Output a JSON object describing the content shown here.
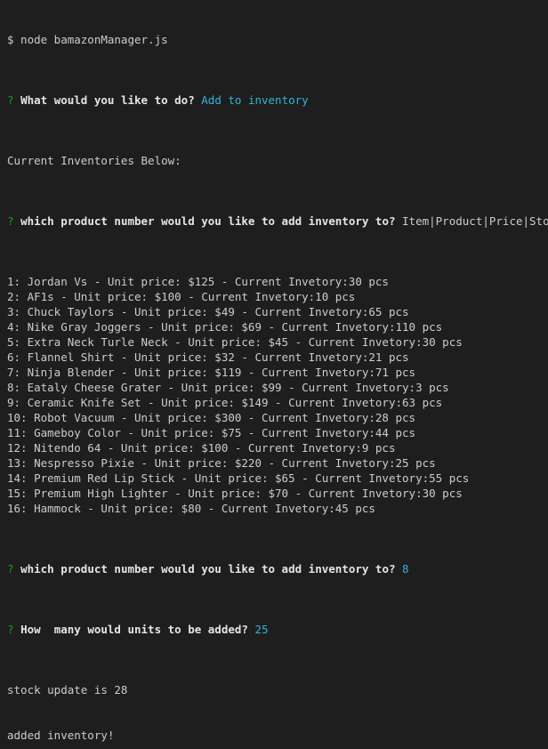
{
  "terminal": {
    "command_line": "$ node bamazonManager.js",
    "prompt_symbol": "?",
    "prompt1": {
      "question": "What would you like to do?",
      "answer": "Add to inventory"
    },
    "header_text": "Current Inventories Below:",
    "prompt2": {
      "question": "which product number would you like to add inventory to?",
      "columns": "Item|Product|Price|Stock"
    },
    "inventory": [
      "1: Jordan Vs - Unit price: $125 - Current Invetory:30 pcs",
      "2: AF1s - Unit price: $100 - Current Invetory:10 pcs",
      "3: Chuck Taylors - Unit price: $49 - Current Invetory:65 pcs",
      "4: Nike Gray Joggers - Unit price: $69 - Current Invetory:110 pcs",
      "5: Extra Neck Turle Neck - Unit price: $45 - Current Invetory:30 pcs",
      "6: Flannel Shirt - Unit price: $32 - Current Invetory:21 pcs",
      "7: Ninja Blender - Unit price: $119 - Current Invetory:71 pcs",
      "8: Eataly Cheese Grater - Unit price: $99 - Current Invetory:3 pcs",
      "9: Ceramic Knife Set - Unit price: $149 - Current Invetory:63 pcs",
      "10: Robot Vacuum - Unit price: $300 - Current Invetory:28 pcs",
      "11: Gameboy Color - Unit price: $75 - Current Invetory:44 pcs",
      "12: Nitendo 64 - Unit price: $100 - Current Invetory:9 pcs",
      "13: Nespresso Pixie - Unit price: $220 - Current Invetory:25 pcs",
      "14: Premium Red Lip Stick - Unit price: $65 - Current Invetory:55 pcs",
      "15: Premium High Lighter - Unit price: $70 - Current Invetory:30 pcs",
      "16: Hammock - Unit price: $80 - Current Invetory:45 pcs"
    ],
    "prompt3": {
      "question": "which product number would you like to add inventory to?",
      "answer": "8"
    },
    "prompt4": {
      "question": "How  many would units to be added?",
      "answer": "25"
    },
    "output_lines": [
      "stock update is 28",
      "added inventory!"
    ],
    "colors": {
      "background": "#1e1e1e",
      "text": "#cccccc",
      "prompt_symbol": "#13a10e",
      "answer": "#2db8d6"
    }
  }
}
